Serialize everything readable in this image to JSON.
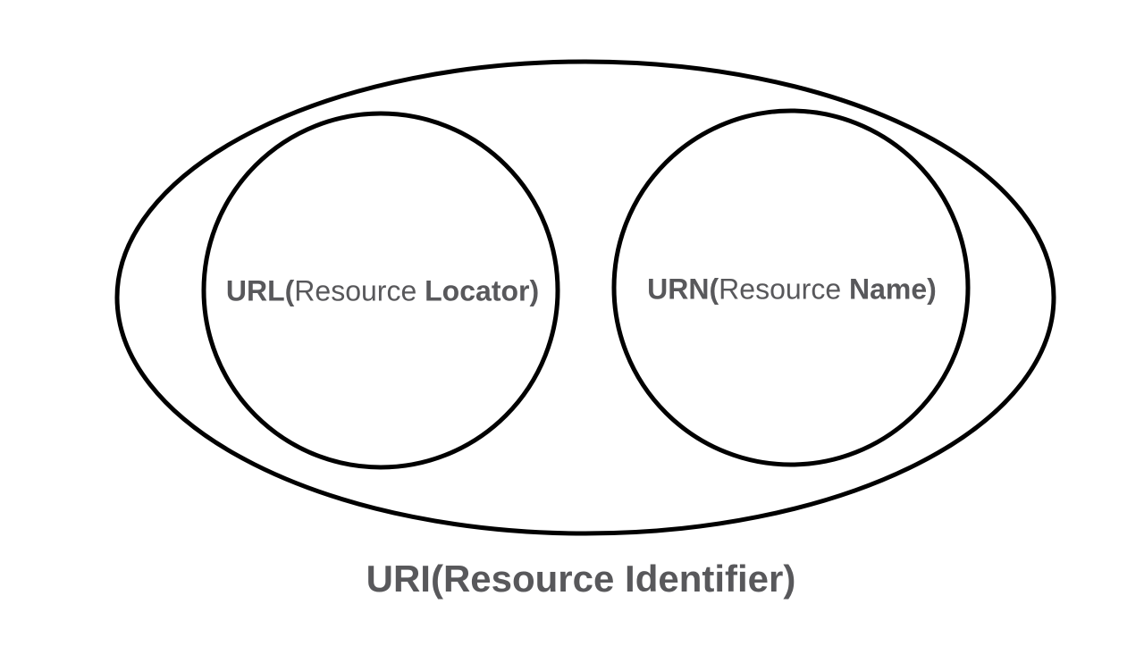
{
  "canvas": {
    "background": "#ffffff",
    "stroke_color": "#000000",
    "text_color": "#58585b"
  },
  "diagram": {
    "type": "venn-containment",
    "outer_set": "URI",
    "left_circle": {
      "label_bold_prefix": "URL(",
      "label_regular": "Resource ",
      "label_bold_suffix": "Locator)"
    },
    "right_circle": {
      "label_bold_prefix": "URN(",
      "label_regular": "Resource ",
      "label_bold_suffix": "Name)"
    },
    "caption": "URI(Resource Identifier)"
  }
}
